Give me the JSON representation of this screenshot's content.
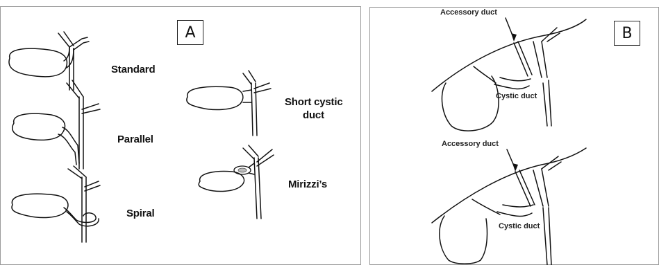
{
  "panel_a": {
    "letter": "A",
    "labels": {
      "standard": "Standard",
      "parallel": "Parallel",
      "spiral": "Spiral",
      "short_cystic_line1": "Short cystic",
      "short_cystic_line2": "duct",
      "mirizzi": "Mirizzi’s"
    }
  },
  "panel_b": {
    "letter": "B",
    "top": {
      "accessory": "Accessory duct",
      "cystic": "Cystic duct"
    },
    "bottom": {
      "accessory": "Accessory duct",
      "cystic": "Cystic duct"
    }
  }
}
